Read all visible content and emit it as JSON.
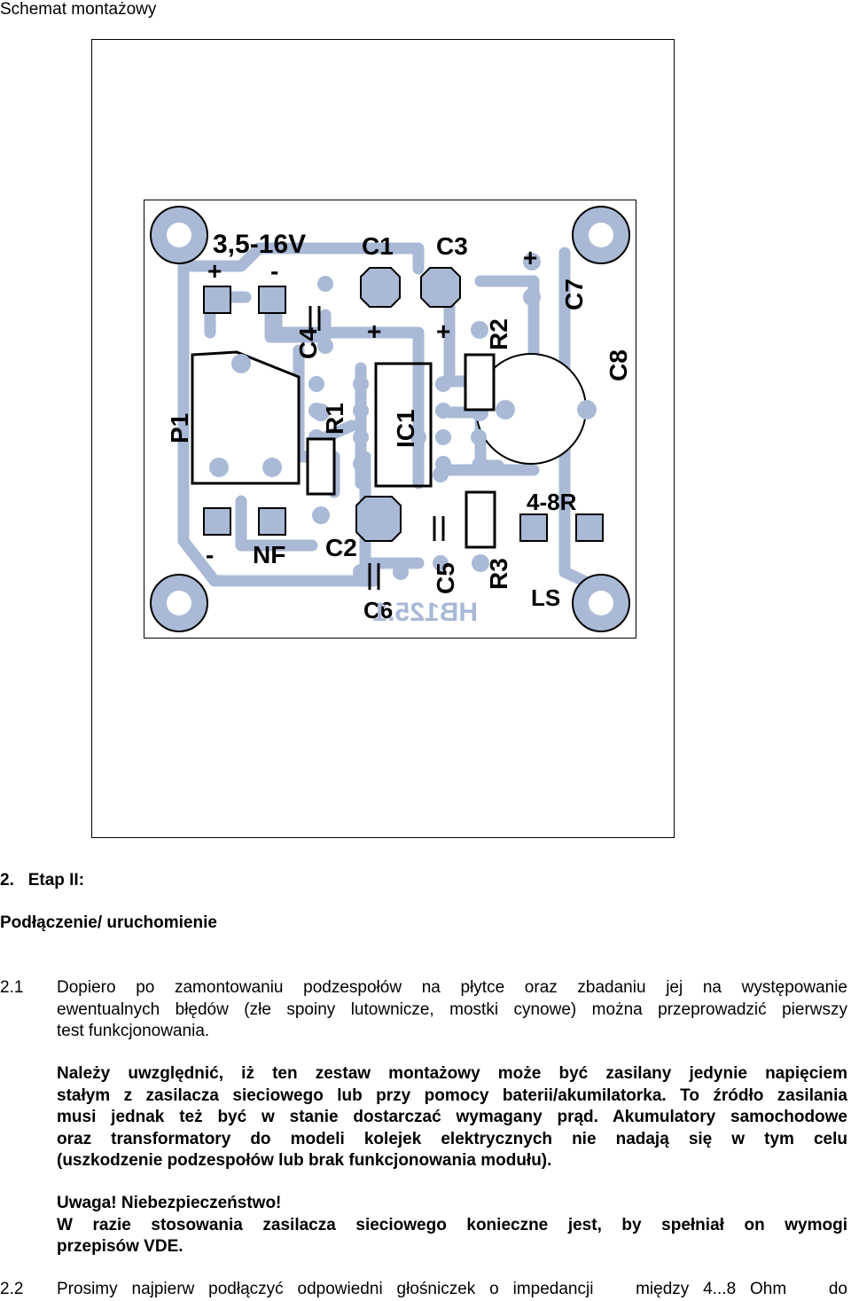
{
  "document": {
    "title": "Schemat montażowy",
    "board": {
      "supply_label": "3,5-16V",
      "plus": "+",
      "minus": "-",
      "labels": {
        "C1": "C1",
        "C3": "C3",
        "C4": "C4",
        "C7": "C7",
        "R2": "R2",
        "C8": "C8",
        "P1": "P1",
        "R1": "R1",
        "IC1": "IC1",
        "C2": "C2",
        "C5": "C5",
        "R3": "R3",
        "C6": "C6",
        "nf": "NF",
        "ls": "LS",
        "ohm": "4-8R",
        "board_id": "HB125.1"
      }
    },
    "section": {
      "number": "2.",
      "heading": "Etap II:",
      "subheading": "Podłączenie/ uruchomienie"
    },
    "p1": {
      "number": "2.1",
      "lines": [
        "Dopiero po zamontowaniu podzespołów na płytce oraz zbadaniu jej na występowanie",
        "ewentualnych błędów (złe spoiny lutownicze, mostki cynowe) można przeprowadzić pierwszy",
        "test funkcjonowania."
      ]
    },
    "p2": {
      "lines": [
        "Należy uwzględnić, iż ten zestaw montażowy może być zasilany jedynie napięciem",
        "stałym z zasilacza sieciowego lub przy pomocy baterii/akumilatorka. To źródło zasilania",
        "musi jednak też być w stanie dostarczać wymagany prąd. Akumulatory samochodowe",
        "oraz transformatory do modeli kolejek elektrycznych nie nadają się w tym celu",
        "(uszkodzenie podzespołów lub brak funkcjonowania modułu)."
      ]
    },
    "warning": {
      "heading": "Uwaga! Niebezpieczeństwo!",
      "lines": [
        "W razie stosowania zasilacza sieciowego konieczne jest, by spełniał on wymogi",
        "przepisów VDE."
      ]
    },
    "p3": {
      "number": "2.2",
      "line": "Prosimy najpierw podłączyć odpowiedni głośniczek o impedancji   między 4...8 Ohm   do"
    }
  }
}
